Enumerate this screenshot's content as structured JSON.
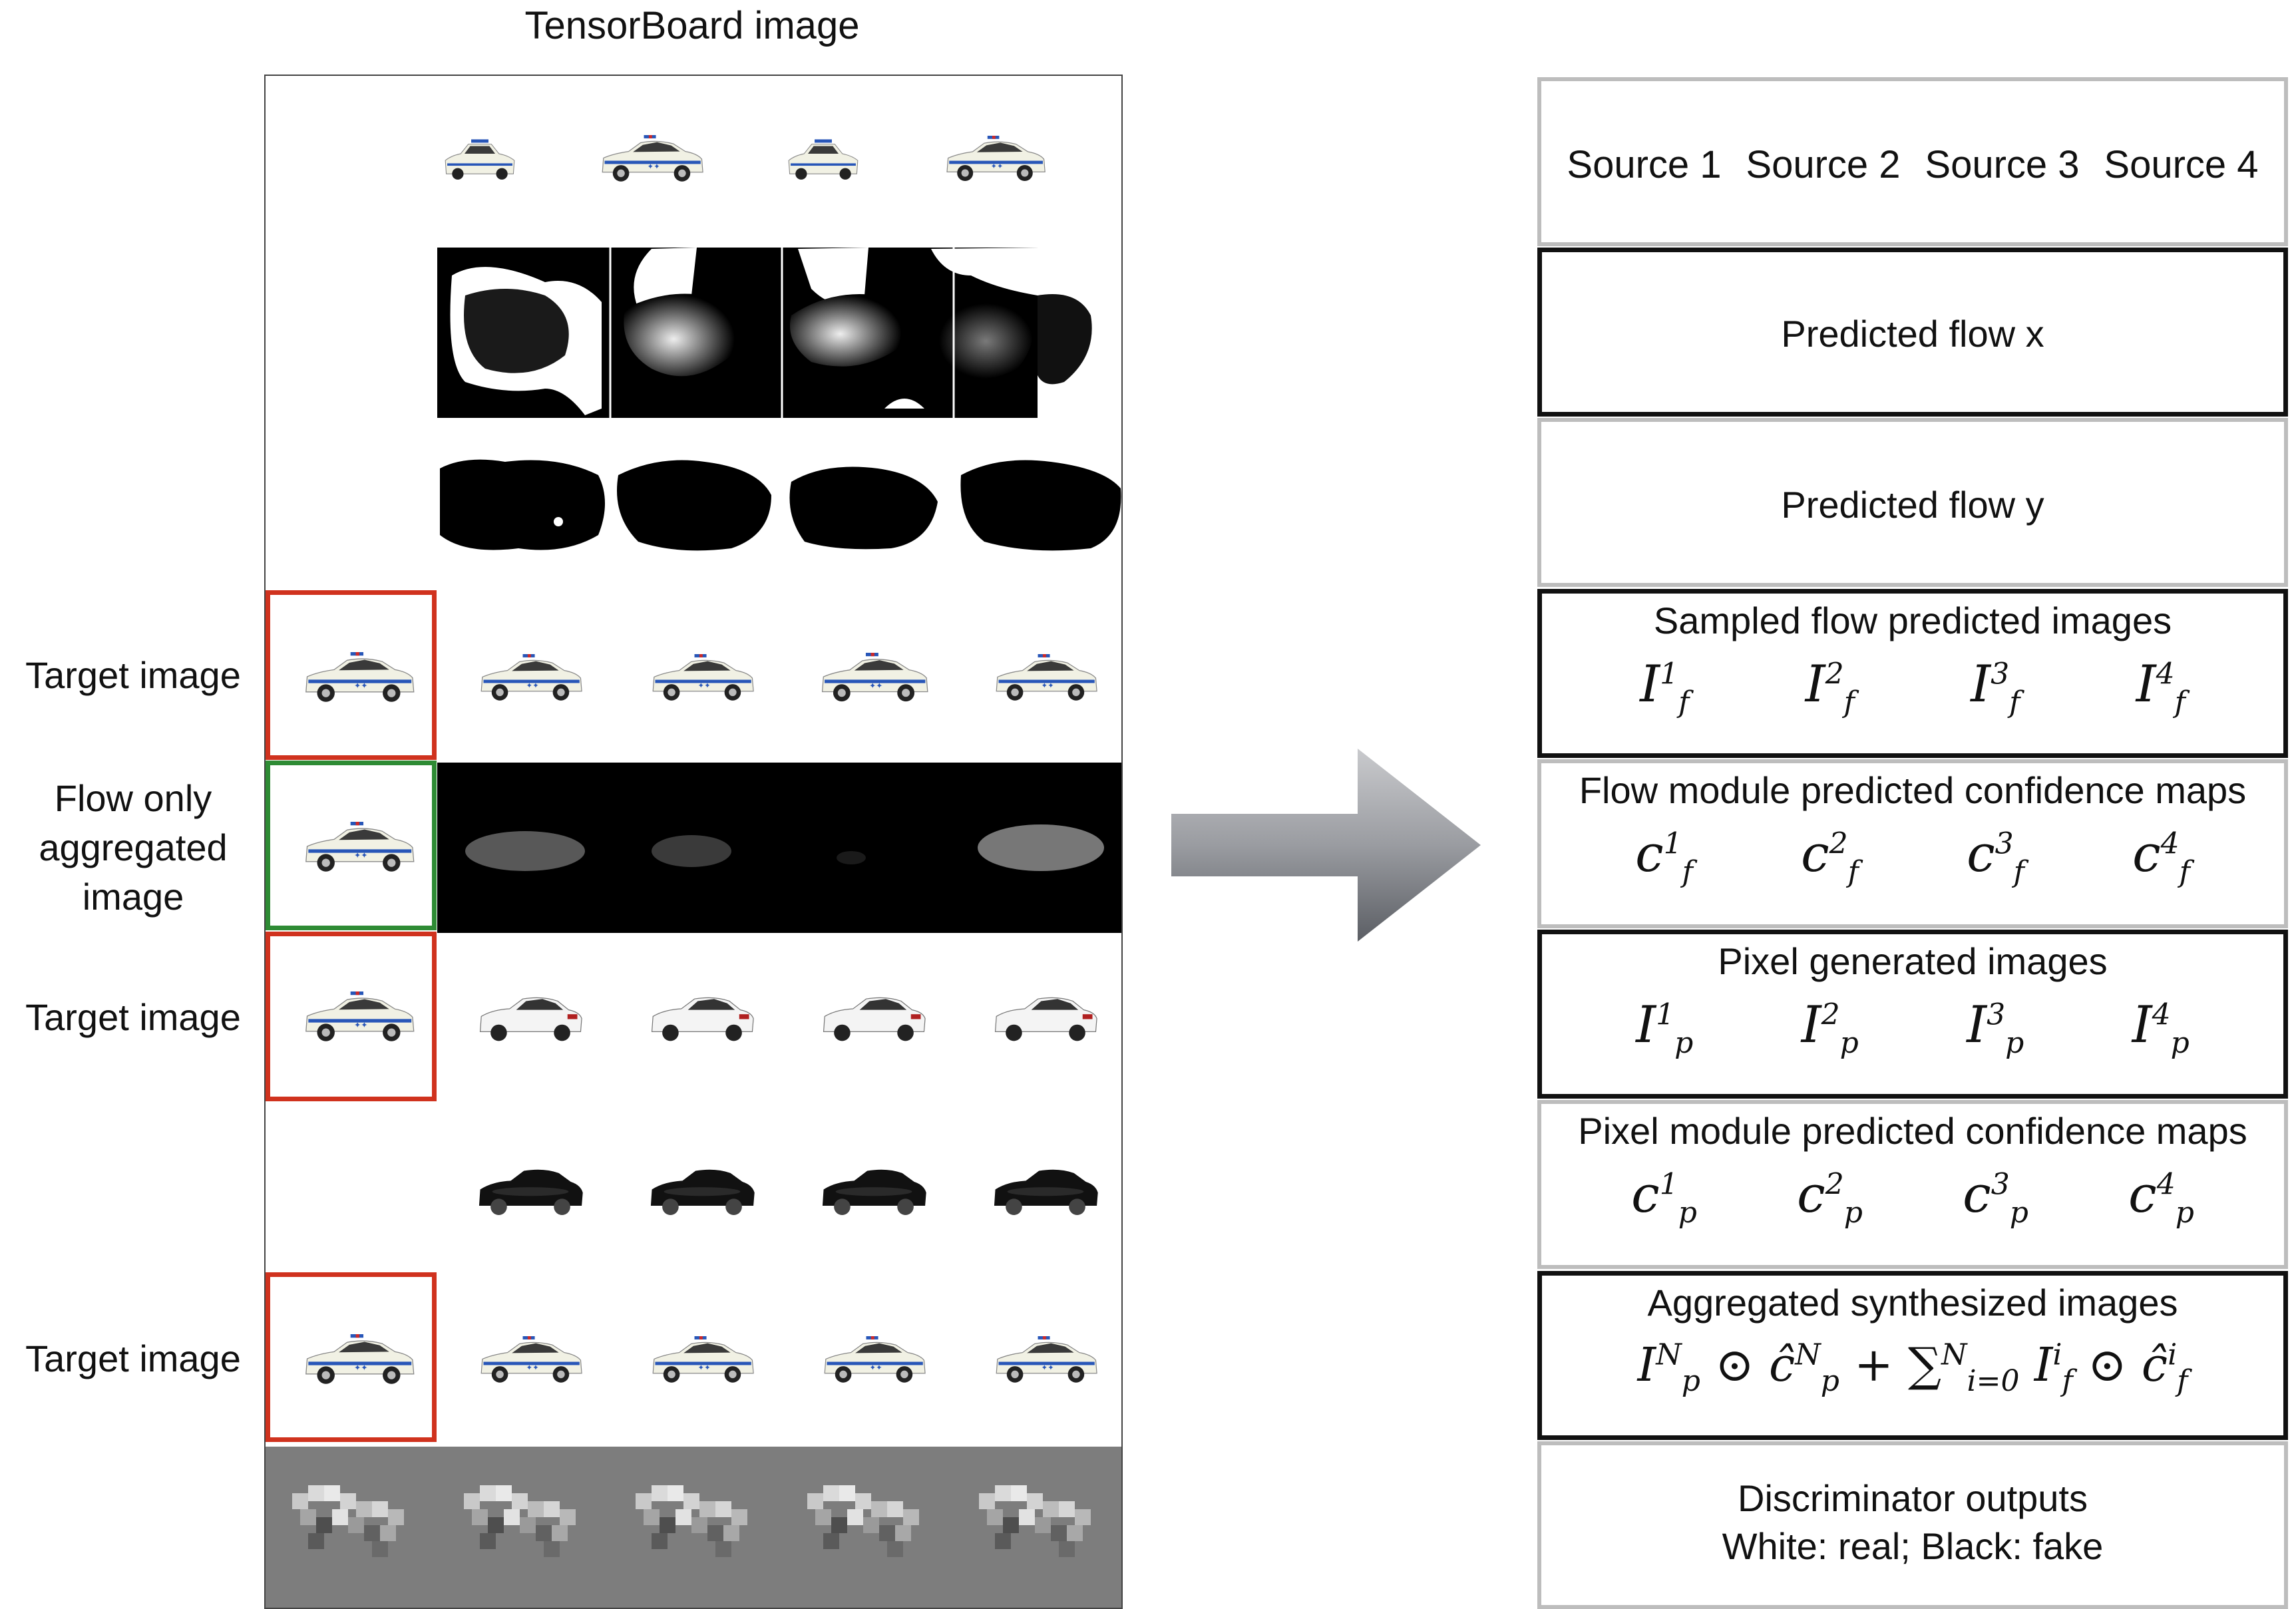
{
  "header": {
    "title": "TensorBoard image"
  },
  "row_labels": {
    "target_1": "Target image",
    "flow_only": [
      "Flow only",
      "aggregated",
      "image"
    ],
    "target_2": "Target image",
    "target_3": "Target image"
  },
  "panels": {
    "sources": [
      "Source 1",
      "Source 2",
      "Source 3",
      "Source 4"
    ],
    "flow_x": "Predicted flow x",
    "flow_y": "Predicted flow y",
    "sampled": {
      "title": "Sampled flow predicted images",
      "base": "I",
      "sub": "f",
      "sups": [
        "1",
        "2",
        "3",
        "4"
      ]
    },
    "flow_conf": {
      "title": "Flow module predicted confidence maps",
      "base": "c",
      "sub": "f",
      "sups": [
        "1",
        "2",
        "3",
        "4"
      ]
    },
    "pixel_gen": {
      "title": "Pixel generated images",
      "base": "I",
      "sub": "p",
      "sups": [
        "1",
        "2",
        "3",
        "4"
      ]
    },
    "pixel_conf": {
      "title": "Pixel module predicted confidence maps",
      "base": "c",
      "sub": "p",
      "sups": [
        "1",
        "2",
        "3",
        "4"
      ]
    },
    "aggregated": {
      "title": "Aggregated synthesized images"
    },
    "discriminator": {
      "line1": "Discriminator outputs",
      "line2": "White: real; Black: fake"
    }
  },
  "colors": {
    "target_frame": "#d0321e",
    "flow_frame": "#2e8b34",
    "arrow": "#8a8d92",
    "car_body": "#f1f1e4",
    "car_stripe": "#2856b8"
  }
}
